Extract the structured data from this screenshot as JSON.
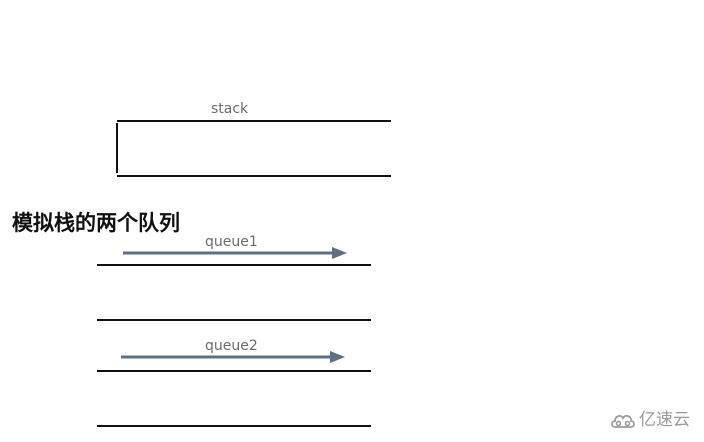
{
  "diagram": {
    "title": "模拟栈的两个队列",
    "stack": {
      "label": "stack"
    },
    "queues": [
      {
        "label": "queue1",
        "direction": "right"
      },
      {
        "label": "queue2",
        "direction": "right"
      }
    ],
    "colors": {
      "line": "#111111",
      "arrow": "#5f6f86",
      "label_text": "#6b6b6b",
      "title_text": "#111111",
      "watermark": "#9a9a9a"
    }
  },
  "watermark": {
    "icon": "cloud-logo-icon",
    "text": "亿速云"
  }
}
